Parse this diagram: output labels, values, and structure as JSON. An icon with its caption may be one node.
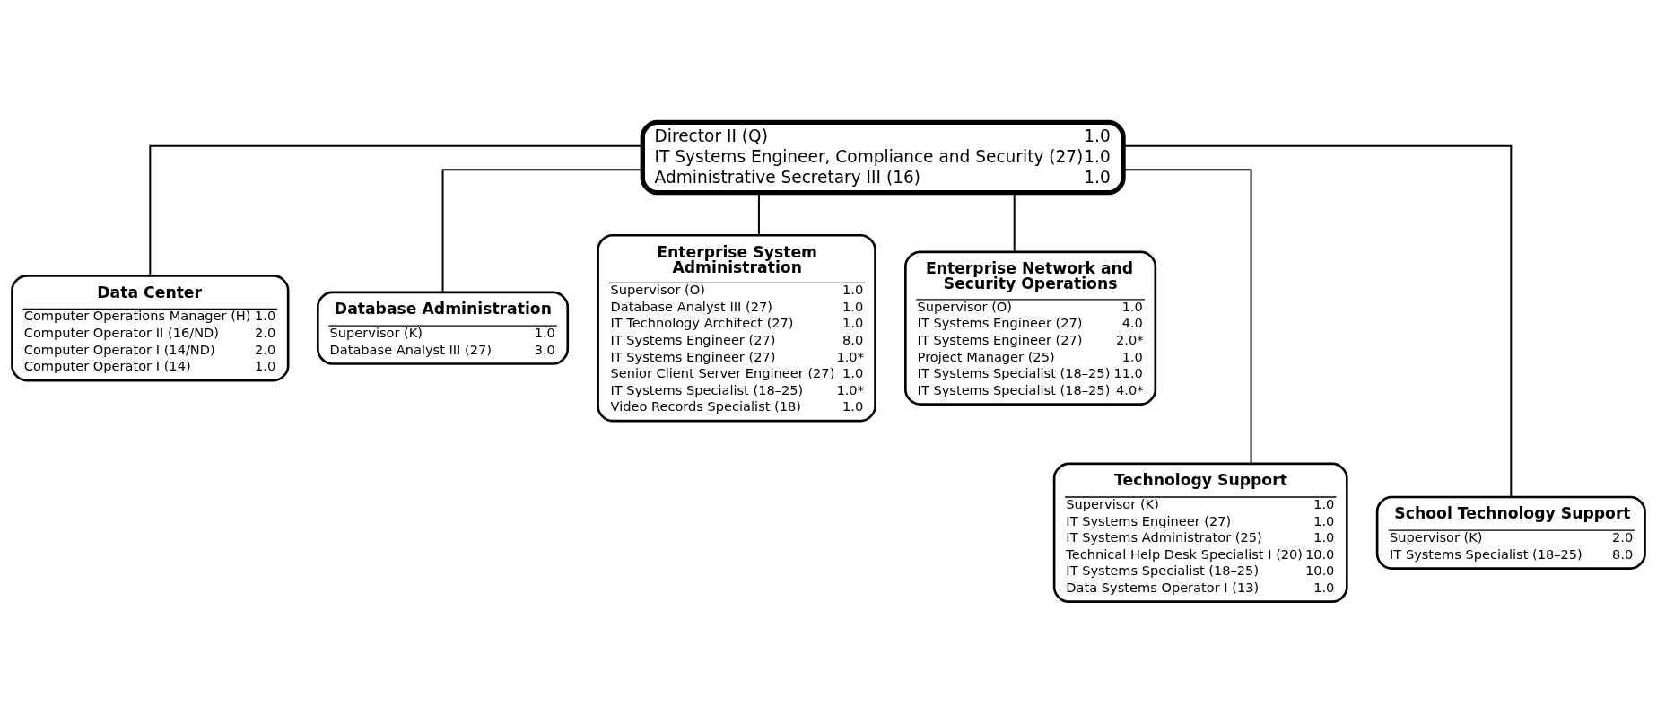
{
  "diagram": {
    "nodes": [
      {
        "text": [
          "Director II (Q)",
          "1.0",
          "IT Systems Engineer, Compliance and Security (27)",
          "1.0",
          "Administrative Secretary III (16)",
          "1.0"
        ]
      },
      {
        "text": [
          "Data Center",
          "Computer Operations Manager (H)",
          "1.0",
          "Computer Operator II (16/ND)",
          "2.0",
          "Computer Operator I (14/ND)",
          "2.0",
          "Computer Operator I (14)",
          "1.0"
        ]
      },
      {
        "text": [
          "Database Administration",
          "Supervisor (K)",
          "1.0",
          "Database Analyst III (27)",
          "3.0"
        ]
      },
      {
        "text": [
          "Enterprise System Administration",
          "Supervisor (O)",
          "1.0",
          "Database Analyst III (27)",
          "1.0",
          "IT Technology Architect (27)",
          "1.0",
          "IT Systems Engineer (27)",
          "8.0",
          "IT Systems Engineer (27)",
          "1.0*",
          "Senior Client Server Engineer (27)",
          "1.0",
          "IT Systems Specialist (18–25)",
          "1.0*",
          "Video Records Specialist (18)",
          "1.0"
        ]
      },
      {
        "text": [
          "Enterprise Network and Security Operations",
          "Supervisor (O)",
          "1.0",
          "IT Systems Engineer (27)",
          "4.0",
          "IT Systems Engineer (27)",
          "2.0*",
          "Project Manager (25)",
          "1.0",
          "IT Systems Specialist (18–25)",
          "11.0",
          "IT Systems Specialist (18–25)",
          "4.0*"
        ]
      },
      {
        "text": [
          "Technology Support",
          "Supervisor (K)",
          "1.0",
          "IT Systems Engineer (27)",
          "1.0",
          "IT Systems Administrator (25)",
          "1.0",
          "Technical Help Desk Specialist I (20)",
          "10.0",
          "IT Systems Specialist (18–25)",
          "10.0",
          "Data Systems Operator I (13)",
          "1.0"
        ]
      },
      {
        "text": [
          "School Technology Support",
          "Supervisor (K)",
          "2.0",
          "IT Systems Specialist (18–25)",
          "8.0"
        ]
      }
    ],
    "edges": [
      {
        "from": 0,
        "to": 1,
        "arrow": "none"
      },
      {
        "from": 0,
        "to": 2,
        "arrow": "none"
      },
      {
        "from": 0,
        "to": 3,
        "arrow": "none"
      },
      {
        "from": 0,
        "to": 4,
        "arrow": "none"
      },
      {
        "from": 0,
        "to": 5,
        "arrow": "none"
      },
      {
        "from": 0,
        "to": 6,
        "arrow": "none"
      }
    ]
  }
}
